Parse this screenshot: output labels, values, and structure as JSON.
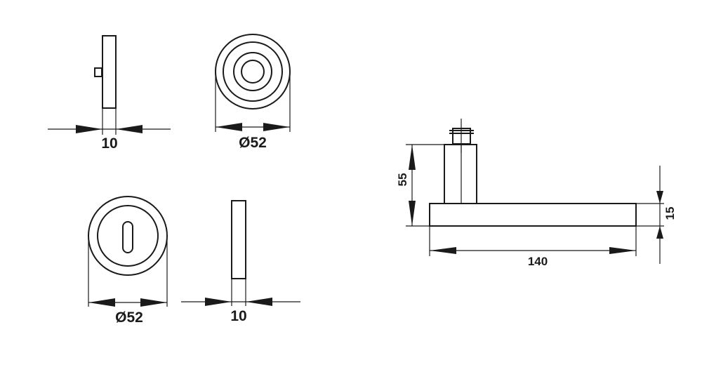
{
  "drawing": {
    "rose_top": {
      "width_label": "10",
      "diameter_label": "Ø52"
    },
    "escutcheon": {
      "diameter_label": "Ø52",
      "width_label": "10"
    },
    "handle": {
      "height_label": "55",
      "thickness_label": "15",
      "length_label": "140"
    }
  }
}
